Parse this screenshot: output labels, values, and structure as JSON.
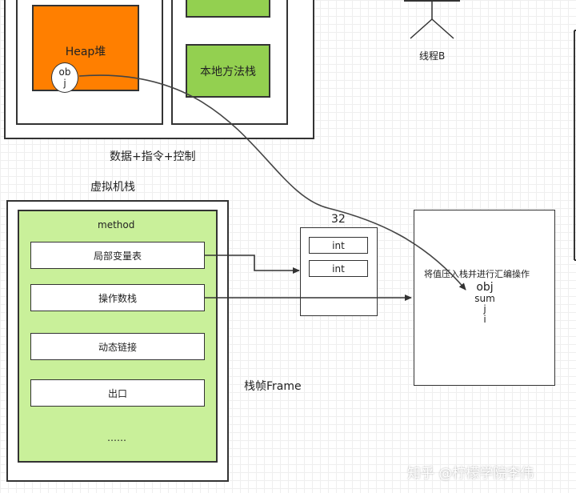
{
  "top": {
    "heap_label": "Heap堆",
    "heap_obj_line1": "ob",
    "heap_obj_line2": "j",
    "native_stack_label": "本地方法栈",
    "caption": "数据+指令+控制",
    "thread_label": "线程B"
  },
  "jvm_stack": {
    "title": "虚拟机栈",
    "method_label": "method",
    "slots": [
      "局部变量表",
      "操作数栈",
      "动态链接",
      "出口",
      "……"
    ],
    "frame_label": "栈帧Frame"
  },
  "int_box": {
    "header": "32",
    "items": [
      "int",
      "int"
    ]
  },
  "operation_box": {
    "title": "将值压入栈并进行汇编操作",
    "stack_items": [
      "obj",
      "sum",
      "j",
      "i"
    ]
  },
  "watermark": "知乎 @柠檬学院李伟",
  "colors": {
    "heap": "#ff7f00",
    "green": "#93d050",
    "light_green": "#c9f09a",
    "stroke": "#333333"
  }
}
